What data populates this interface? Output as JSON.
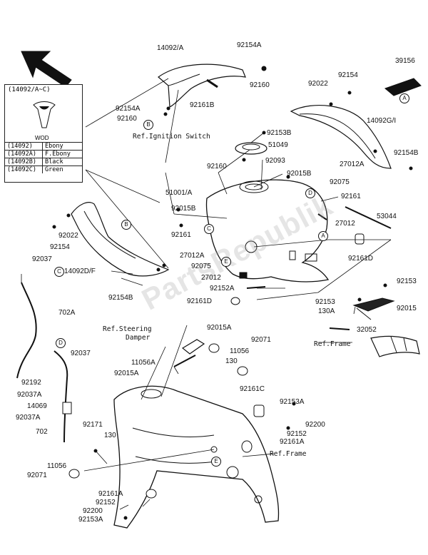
{
  "legend": {
    "title": "(14092/A~C)",
    "wod": "WOD",
    "rows": [
      {
        "code": "(14092)",
        "color": "Ebony"
      },
      {
        "code": "(14092A)",
        "color": "F.Ebony"
      },
      {
        "code": "(14092B)",
        "color": "Black"
      },
      {
        "code": "(14092C)",
        "color": "Green"
      }
    ]
  },
  "labels": {
    "l_14092A": "14092/A",
    "l_92154A_top": "92154A",
    "l_92160_top": "92160",
    "l_92154A_mid": "92154A",
    "l_92160_mid": "92160",
    "l_92161B": "92161B",
    "l_39156": "39156",
    "l_92154_r": "92154",
    "l_92022_r": "92022",
    "l_14092GI": "14092G/I",
    "l_92154B_r": "92154B",
    "l_27012A_r": "27012A",
    "l_92075_r": "92075",
    "l_92161_r": "92161",
    "l_92153B": "92153B",
    "l_51049": "51049",
    "l_92160_c": "92160",
    "l_92093": "92093",
    "l_92015B_c": "92015B",
    "l_51001A": "51001/A",
    "l_92015B_l": "92015B",
    "l_92161_l": "92161",
    "l_53044": "53044",
    "l_27012": "27012",
    "l_92022_l": "92022",
    "l_92154_l": "92154",
    "l_92037_top": "92037",
    "l_27012A_l": "27012A",
    "l_92075_l": "92075",
    "l_14092DF": "14092D/F",
    "l_92154B_l": "92154B",
    "l_27012_c": "27012",
    "l_92152A": "92152A",
    "l_92161D_r": "92161D",
    "l_92161D_c": "92161D",
    "l_92153_r1": "92153",
    "l_92153_r2": "92153",
    "l_130A": "130A",
    "l_92015_r": "92015",
    "l_32052": "32052",
    "l_702A": "702A",
    "l_92037_c": "92037",
    "l_92015A_top": "92015A",
    "l_92071_top": "92071",
    "l_11056A": "11056A",
    "l_11056_top": "11056",
    "l_92015A_mid": "92015A",
    "l_130_top": "130",
    "l_92192": "92192",
    "l_92037A_1": "92037A",
    "l_14069": "14069",
    "l_92037A_2": "92037A",
    "l_702": "702",
    "l_92161C": "92161C",
    "l_92153A_r": "92153A",
    "l_92200_r": "92200",
    "l_92152_r": "92152",
    "l_92161A_r": "92161A",
    "l_92171": "92171",
    "l_130_low": "130",
    "l_11056_low": "11056",
    "l_92071_low": "92071",
    "l_92161A_b": "92161A",
    "l_92152_b": "92152",
    "l_92200_b": "92200",
    "l_92153A_b": "92153A"
  },
  "refs": {
    "ignition": "Ref.Ignition Switch",
    "steering_1": "Ref.Steering",
    "steering_2": "Damper",
    "frame_r": "Ref.Frame",
    "frame_b": "Ref.Frame"
  },
  "circles": {
    "c_A_top": "A",
    "c_B_top": "B",
    "c_B_left": "B",
    "c_C_mid": "C",
    "c_D": "D",
    "c_E_mid": "E",
    "c_A_mid": "A",
    "c_C_left": "C",
    "c_D_left": "D",
    "c_E_bottom": "E"
  },
  "watermark": "PartsRepublik"
}
